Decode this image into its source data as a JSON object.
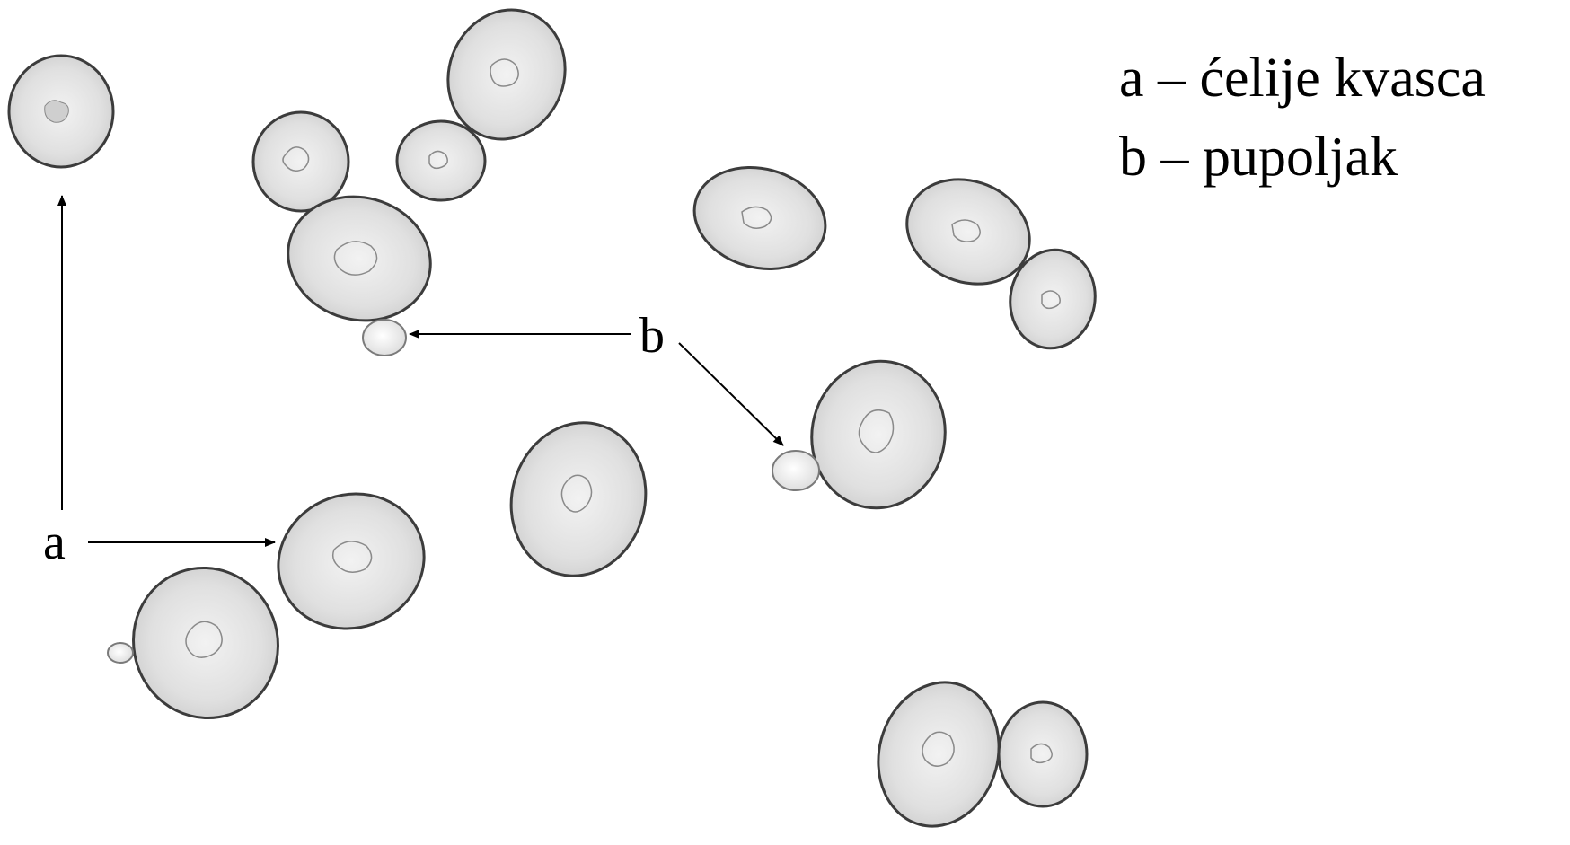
{
  "labels": {
    "a": "a",
    "b": "b"
  },
  "legend": [
    {
      "text": "a – ćelije kvasca"
    },
    {
      "text": "b – pupoljak"
    }
  ],
  "colors": {
    "cell_fill": "#d6d6d6",
    "cell_fill_center": "#f2f2f2",
    "cell_outline": "#3c3c3c",
    "bud_fill": "#efefef",
    "nucleus": "#8a8a8a",
    "arrow": "#000000"
  }
}
